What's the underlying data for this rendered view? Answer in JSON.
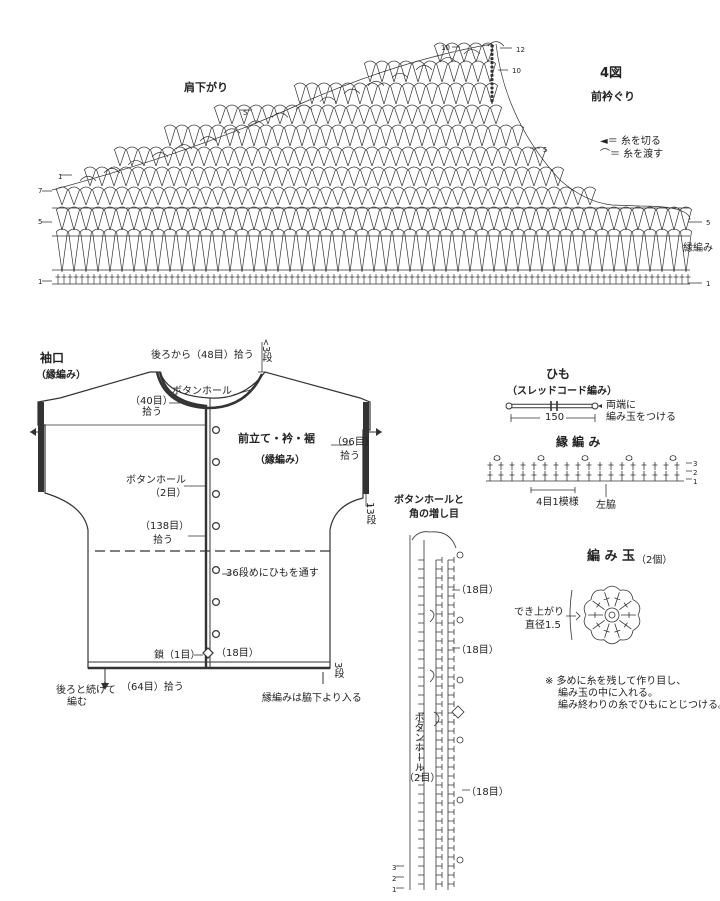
{
  "top_chart": {
    "shoulder_label": "肩下がり",
    "fig_label": "4図",
    "fig_sub": "前衿ぐり",
    "legend_cut": "＝ 糸を切る",
    "legend_pass": "＝ 糸を渡す",
    "edge_label": "縁編み",
    "row_markers": {
      "r12": "12",
      "r10": "10",
      "r10b": "10",
      "r5a": "5",
      "r5b": "5",
      "r1a": "1",
      "r7": "7",
      "r5c": "5",
      "r1b": "1",
      "r5d": "5",
      "r1c": "1"
    }
  },
  "garment": {
    "cuff_title": "袖口",
    "cuff_sub": "（縁編み）",
    "back_pick": "後ろから（48目）拾う",
    "rows3_top": "3段",
    "buttonhole_top": "ボタンホール",
    "pick40": "（40目）",
    "pick40b": "拾う",
    "front_title": "前立て・衿・裾",
    "front_sub": "（縁編み）",
    "pick96": "（96目）",
    "pick96b": "拾う",
    "buttonhole_mid": "ボタンホール",
    "buttonhole_mid2": "（2目）",
    "rows13": "13段",
    "pick138": "（138目）",
    "pick138b": "拾う",
    "string_note": "36段めにひもを通す",
    "corner1": "鎖（1目）",
    "corner18": "（18目）",
    "continue_back": "後ろと続けて",
    "continue_back2": "編む",
    "pick64": "（64目）拾う",
    "rows3_bottom": "3段",
    "edge_note": "縁編みは脇下より入る"
  },
  "string_panel": {
    "title": "ひも",
    "sub": "（スレッドコード編み）",
    "length": "150",
    "note1": "両端に",
    "note2": "編み玉をつける"
  },
  "edge_panel": {
    "title": "縁 編 み",
    "repeat": "4目1模様",
    "side": "左脇",
    "r3": "3",
    "r2": "2",
    "r1": "1"
  },
  "buttonhole_panel": {
    "title1": "ボタンホールと",
    "title2": "角の増し目",
    "st18a": "（18目）",
    "st18b": "（18目）",
    "st18c": "（18目）",
    "vertical": "ボタンホール",
    "st2": "（2目）",
    "r3": "3",
    "r2": "2",
    "r1": "1"
  },
  "ball_panel": {
    "title": "編 み 玉",
    "count": "（2個）",
    "done1": "でき上がり",
    "done2": "直径1.5",
    "n1": "※ 多めに糸を残して作り目し、",
    "n2": "編み玉の中に入れる。",
    "n3": "編み終わりの糸でひもにとじつける。"
  }
}
